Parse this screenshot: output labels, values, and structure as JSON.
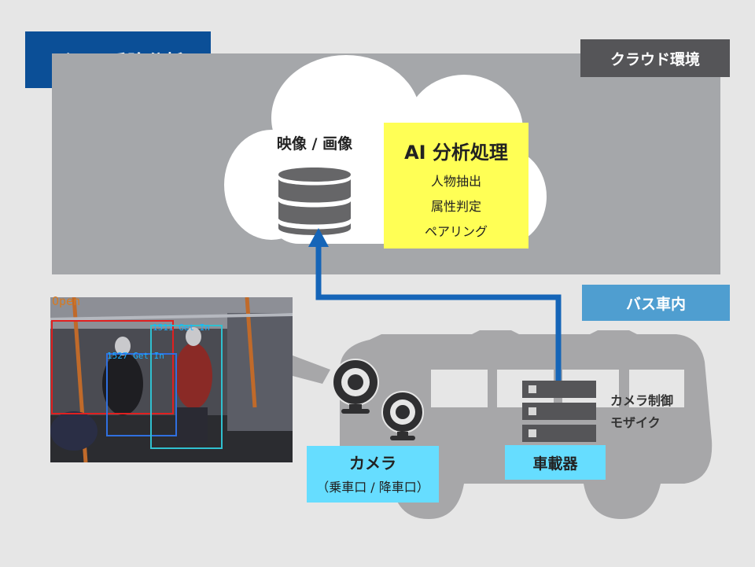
{
  "title": "バスの乗降分析",
  "cloud": {
    "label": "クラウド環境",
    "storage_label": "映像 / 画像",
    "ai_box": {
      "title": "AI 分析処理",
      "items": [
        "人物抽出",
        "属性判定",
        "ペアリング"
      ]
    }
  },
  "bus": {
    "label": "バス車内",
    "camera": {
      "title": "カメラ",
      "subtitle": "（乗車口 / 降車口）"
    },
    "device": {
      "label": "車載器",
      "functions": [
        "カメラ制御",
        "モザイク"
      ]
    }
  },
  "photo": {
    "overlay": "Open",
    "detections": [
      "1527 Get In",
      "1511 Get In"
    ]
  },
  "colors": {
    "title_bg": "#0b4f97",
    "cloud_panel": "#a5a7aa",
    "cloud_label_bg": "#555558",
    "bus_label_bg": "#4f9ed0",
    "ai_box": "#ffff55",
    "bus_labels": "#66ddff",
    "arrow": "#1565b8",
    "bus_body": "#a7a7a9"
  },
  "icons": [
    "database-icon",
    "camera-icon",
    "server-icon",
    "cloud-shape",
    "bus-silhouette"
  ]
}
